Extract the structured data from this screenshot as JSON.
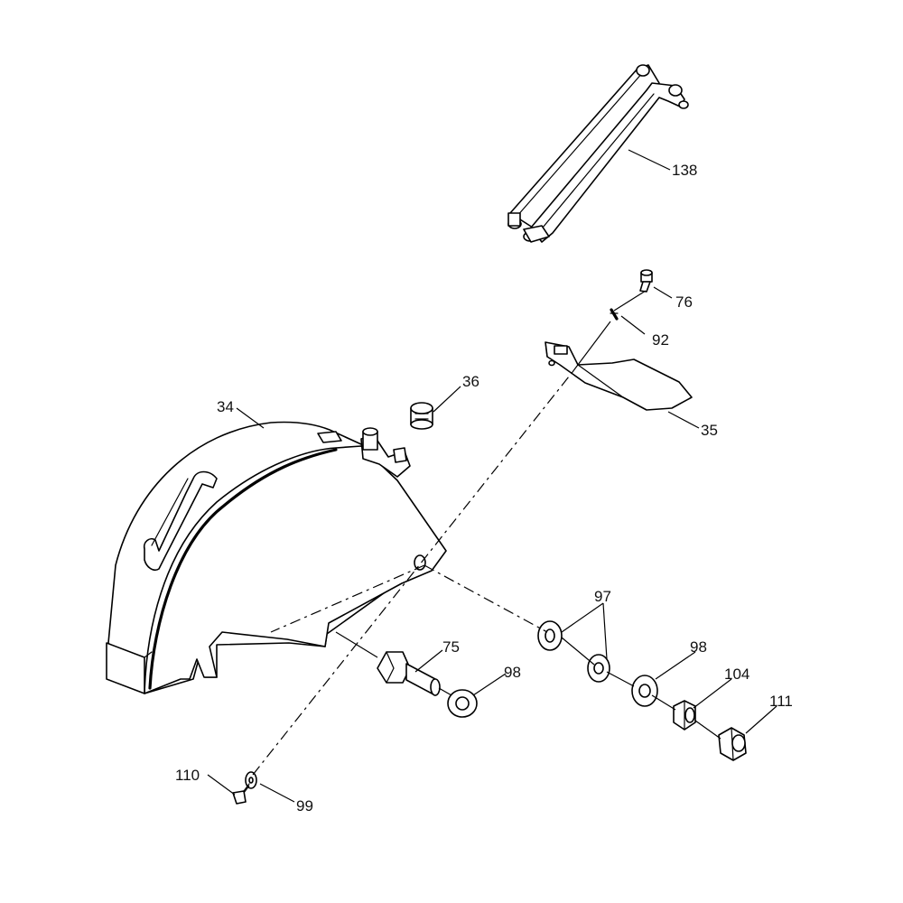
{
  "diagram": {
    "type": "exploded-parts-view",
    "callouts": {
      "p138": "138",
      "p76": "76",
      "p92": "92",
      "p36": "36",
      "p34": "34",
      "p35": "35",
      "p97": "97",
      "p75": "75",
      "p98a": "98",
      "p98b": "98",
      "p104": "104",
      "p111": "111",
      "p110": "110",
      "p99": "99"
    }
  }
}
